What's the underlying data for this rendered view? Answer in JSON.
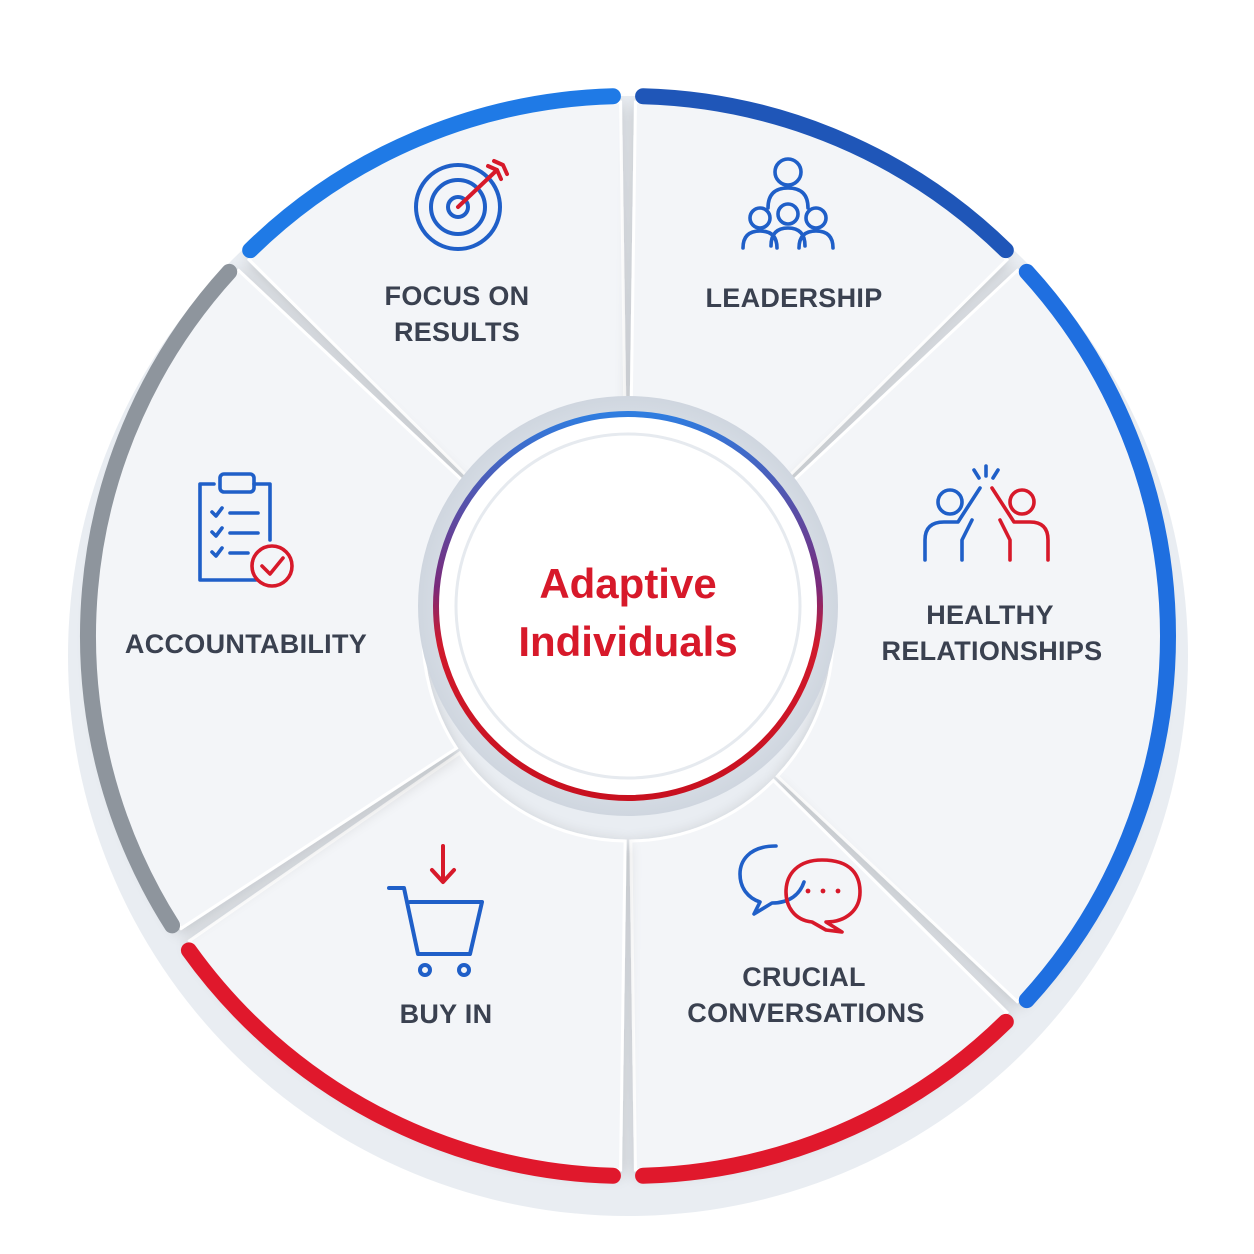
{
  "center": {
    "line1": "Adaptive",
    "line2": "Individuals",
    "color": "#d7192a"
  },
  "segments": [
    {
      "id": "focus-on-results",
      "line1": "FOCUS ON",
      "line2": "RESULTS",
      "icon": "target-icon",
      "rim_color": "#1f7ae6"
    },
    {
      "id": "leadership",
      "line1": "LEADERSHIP",
      "line2": "",
      "icon": "team-icon",
      "rim_color": "#1f56b8"
    },
    {
      "id": "healthy-relationships",
      "line1": "HEALTHY",
      "line2": "RELATIONSHIPS",
      "icon": "high-five-icon",
      "rim_color": "#1f6fe0"
    },
    {
      "id": "crucial-conversations",
      "line1": "CRUCIAL",
      "line2": "CONVERSATIONS",
      "icon": "chat-bubbles-icon",
      "rim_color": "#e0182c"
    },
    {
      "id": "buy-in",
      "line1": "BUY IN",
      "line2": "",
      "icon": "shopping-cart-icon",
      "rim_color": "#e0182c"
    },
    {
      "id": "accountability",
      "line1": "ACCOUNTABILITY",
      "line2": "",
      "icon": "clipboard-check-icon",
      "rim_color": "#8e959d"
    }
  ],
  "colors": {
    "icon_blue": "#1f5fc8",
    "icon_red": "#d7192a",
    "segment_fill": "#f3f5f8",
    "label_text": "#3a4150"
  }
}
